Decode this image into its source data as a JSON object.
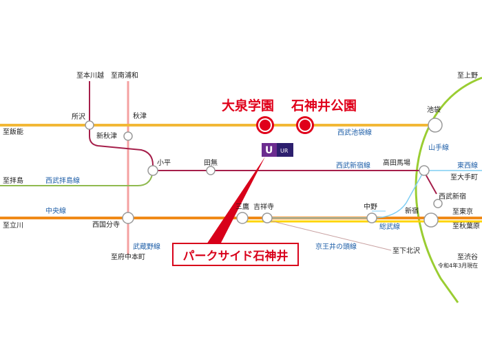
{
  "colors": {
    "seibu_ikebukuro": "#f2b836",
    "chuo": "#f08a17",
    "yamanote": "#9acd32",
    "seibu_shinjuku": "#a51e4a",
    "sobu": "#ffd400",
    "seibu_haijima": "#8fb94e",
    "keio_inokashira": "#7ecef4",
    "musashino": "#f4a0a0",
    "station_fill": "#ffffff",
    "station_stroke": "#999999",
    "highlight": "#e0001a"
  },
  "highlighted_stations": {
    "ooizumi": "大泉学園",
    "shakujii": "石神井公園"
  },
  "property_name": "パークサイド石神井",
  "ur_logo_text": "UR",
  "stations": {
    "tokorozawa": "所沢",
    "shinakitsu": "新秋津",
    "akitsu": "秋津",
    "kodaira": "小平",
    "tanashi": "田無",
    "ikebukuro": "池袋",
    "takadanobaba": "高田馬場",
    "seibushinjuku": "西武新宿",
    "shinjuku": "新宿",
    "nakano": "中野",
    "kichijoji": "吉祥寺",
    "mitaka": "三鷹",
    "nishikokubunji": "西国分寺"
  },
  "destinations": {
    "hon_kawagoe": "至本川越",
    "minami_urawa": "至南浦和",
    "hanno": "至飯能",
    "haijima": "至拝島",
    "tachikawa": "至立川",
    "fuchu_honmachi": "至府中本町",
    "ueno": "至上野",
    "ootemachi": "至大手町",
    "tokyo": "至東京",
    "akihabara": "至秋葉原",
    "shimokitazawa": "至下北沢",
    "shibuya": "至渋谷"
  },
  "line_names": {
    "seibu_ikebukuro": "西武池袋線",
    "yamanote": "山手線",
    "seibu_shinjuku": "西武新宿線",
    "tozai": "東西線",
    "seibu_haijima": "西武拝島線",
    "chuo": "中央線",
    "sobu": "総武線",
    "musashino": "武蔵野線",
    "keio_inokashira": "京王井の頭線"
  },
  "date_note": "令和4年3月現在"
}
